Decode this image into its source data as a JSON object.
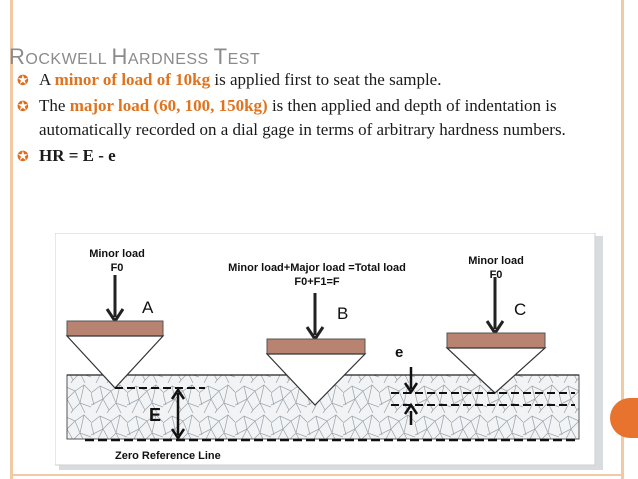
{
  "slide": {
    "title_parts": [
      "R",
      "OCKWELL ",
      "H",
      "ARDNESS ",
      "T",
      "EST"
    ],
    "bullet_glyph": "✪",
    "bullets": [
      {
        "t1": "A ",
        "t2": "minor of load of 10kg",
        "t3": " is applied first to seat the sample."
      },
      {
        "t1": "The ",
        "t2": "major load (60, 100, 150kg)",
        "t3": " is then applied and depth of indentation is automatically recorded on a dial gage in terms of arbitrary hardness numbers."
      },
      {
        "t1": "HR = E - e"
      }
    ],
    "colors": {
      "accent": "#e0731e",
      "title": "#8b8b8b",
      "frame": "#f1c9a4"
    }
  },
  "figure": {
    "label_a_1": "Minor load",
    "label_a_2": "F0",
    "label_b_1": "Minor load+Major load =Total load",
    "label_b_2": "F0+F1=F",
    "label_c_1": "Minor load",
    "label_c_2": "F0",
    "letter_a": "A",
    "letter_b": "B",
    "letter_c": "C",
    "letter_e_small": "e",
    "letter_e_big": "E",
    "zero_line": "Zero Reference Line"
  }
}
